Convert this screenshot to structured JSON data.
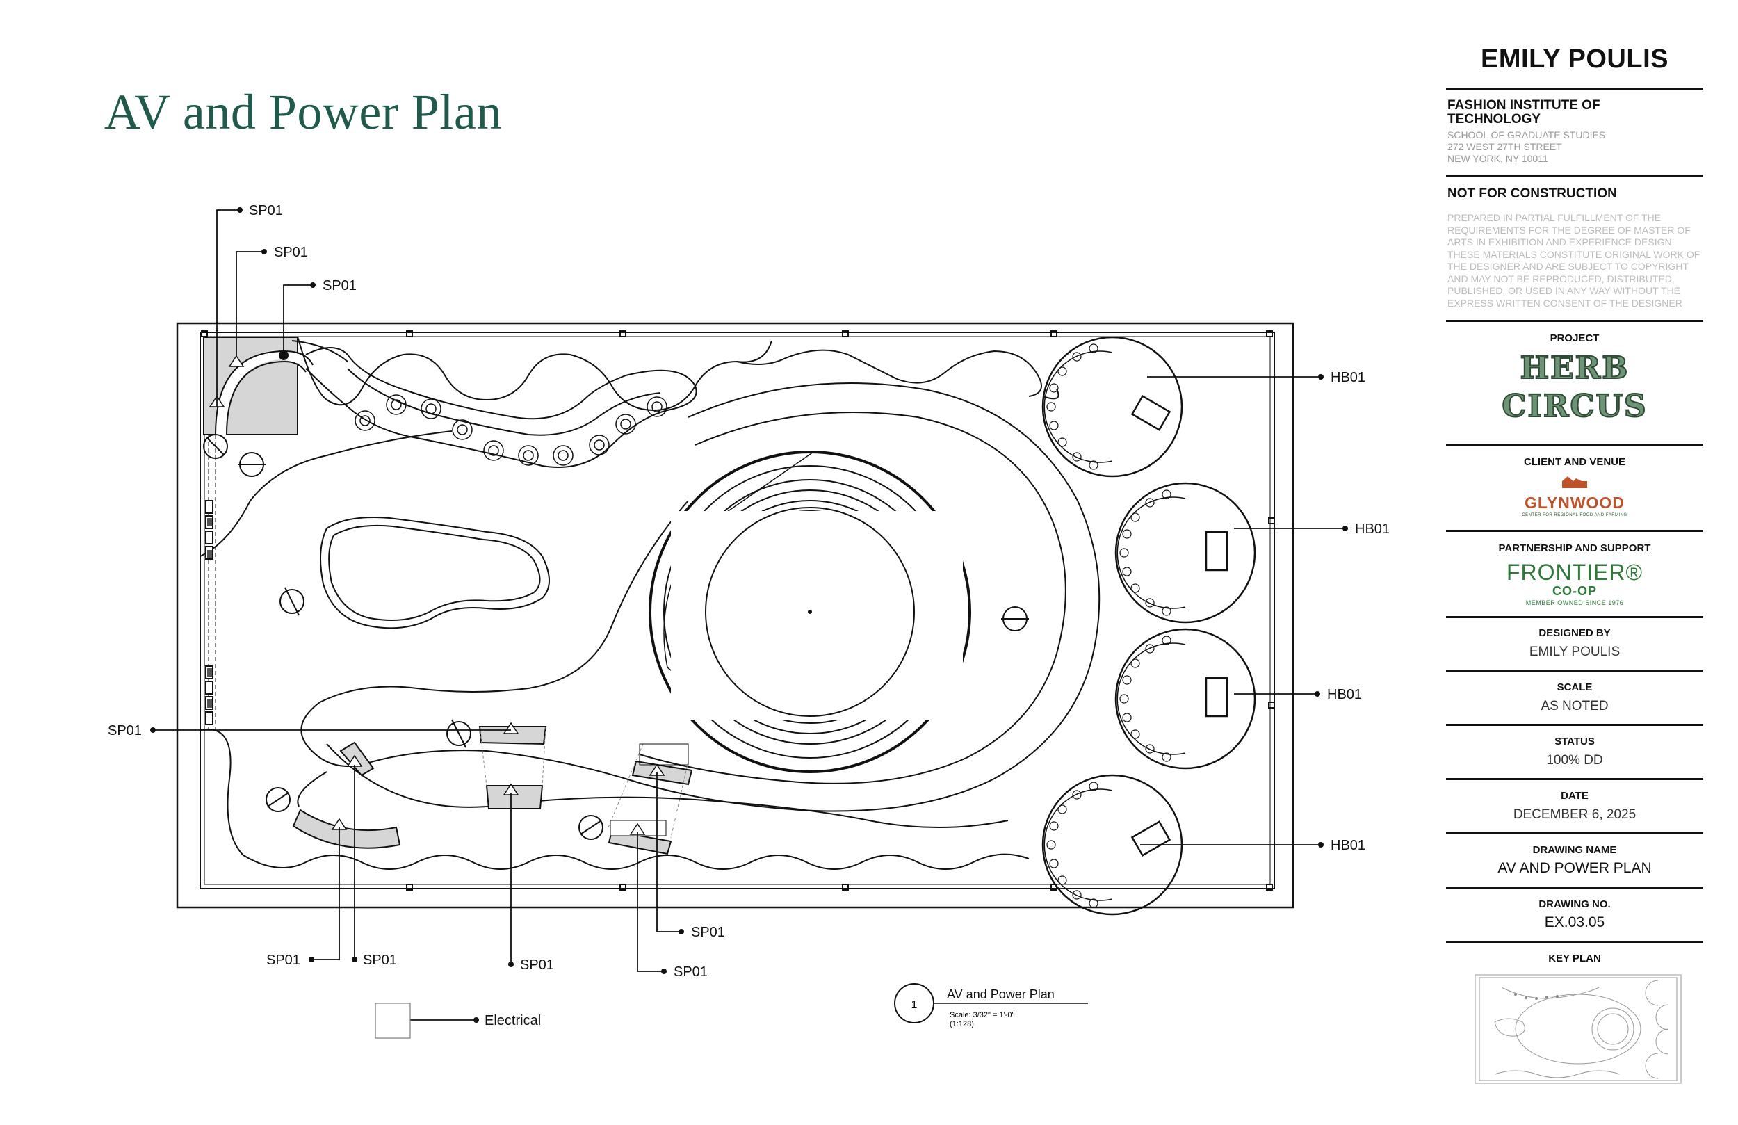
{
  "sheet_title": "AV and Power Plan",
  "plan": {
    "callouts": {
      "sp_top_1": "SP01",
      "sp_top_2": "SP01",
      "sp_top_3": "SP01",
      "sp_left": "SP01",
      "sp_bottom_1": "SP01",
      "sp_bottom_2": "SP01",
      "sp_bottom_3": "SP01",
      "sp_bottom_4": "SP01",
      "sp_bottom_5": "SP01",
      "hb_1": "HB01",
      "hb_2": "HB01",
      "hb_3": "HB01",
      "hb_4": "HB01"
    },
    "legend_electrical": "Electrical",
    "drawing_tag": {
      "number": "1",
      "title": "AV and Power Plan",
      "scale": "Scale: 3/32\" = 1'-0\"",
      "ratio": "(1:128)"
    }
  },
  "title_block": {
    "designer_header": "EMILY POULIS",
    "institution": "FASHION INSTITUTE OF TECHNOLOGY",
    "school": "SCHOOL OF GRADUATE STUDIES",
    "street": "272 WEST 27TH STREET",
    "city": "NEW YORK, NY 10011",
    "not_for_construction": "NOT FOR CONSTRUCTION",
    "prepared_text": "PREPARED IN PARTIAL FULFILLMENT OF THE REQUIREMENTS FOR THE DEGREE OF MASTER OF ARTS IN EXHIBITION AND EXPERIENCE DESIGN. THESE MATERIALS CONSTITUTE ORIGINAL WORK OF THE DESIGNER AND ARE SUBJECT TO COPYRIGHT AND MAY NOT BE REPRODUCED, DISTRIBUTED, PUBLISHED, OR USED IN ANY WAY WITHOUT THE EXPRESS WRITTEN CONSENT OF THE DESIGNER",
    "project_label": "PROJECT",
    "project_logo_line1": "HERB",
    "project_logo_line2": "CIRCUS",
    "client_label": "CLIENT AND VENUE",
    "client_logo": "GLYNWOOD",
    "client_logo_sub": "CENTER FOR REGIONAL FOOD AND FARMING",
    "partner_label": "PARTNERSHIP AND SUPPORT",
    "partner_logo_1": "FRONTIER®",
    "partner_logo_2": "CO-OP",
    "partner_logo_3": "MEMBER OWNED SINCE 1976",
    "designed_by_label": "DESIGNED BY",
    "designed_by": "EMILY POULIS",
    "scale_label": "SCALE",
    "scale": "AS NOTED",
    "status_label": "STATUS",
    "status": "100% DD",
    "date_label": "DATE",
    "date": "DECEMBER 6, 2025",
    "drawing_name_label": "DRAWING NAME",
    "drawing_name": "AV AND POWER PLAN",
    "drawing_no_label": "DRAWING NO.",
    "drawing_no": "EX.03.05",
    "key_plan_label": "KEY PLAN"
  }
}
